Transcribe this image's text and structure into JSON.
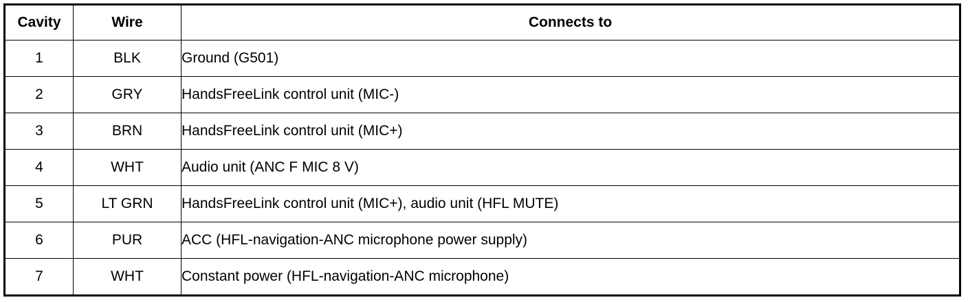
{
  "table": {
    "columns": [
      {
        "key": "cavity",
        "label": "Cavity"
      },
      {
        "key": "wire",
        "label": "Wire"
      },
      {
        "key": "connects_to",
        "label": "Connects to"
      }
    ],
    "rows": [
      {
        "cavity": "1",
        "wire": "BLK",
        "connects_to": "Ground (G501)"
      },
      {
        "cavity": "2",
        "wire": "GRY",
        "connects_to": "HandsFreeLink control unit (MIC-)"
      },
      {
        "cavity": "3",
        "wire": "BRN",
        "connects_to": "HandsFreeLink control unit (MIC+)"
      },
      {
        "cavity": "4",
        "wire": "WHT",
        "connects_to": "Audio unit (ANC F MIC 8 V)"
      },
      {
        "cavity": "5",
        "wire": "LT GRN",
        "connects_to": "HandsFreeLink control unit (MIC+), audio unit (HFL MUTE)"
      },
      {
        "cavity": "6",
        "wire": "PUR",
        "connects_to": "ACC (HFL-navigation-ANC microphone power supply)"
      },
      {
        "cavity": "7",
        "wire": "WHT",
        "connects_to": "Constant power (HFL-navigation-ANC microphone)"
      }
    ]
  },
  "colors": {
    "border": "#000000",
    "text": "#000000",
    "background": "#ffffff"
  }
}
